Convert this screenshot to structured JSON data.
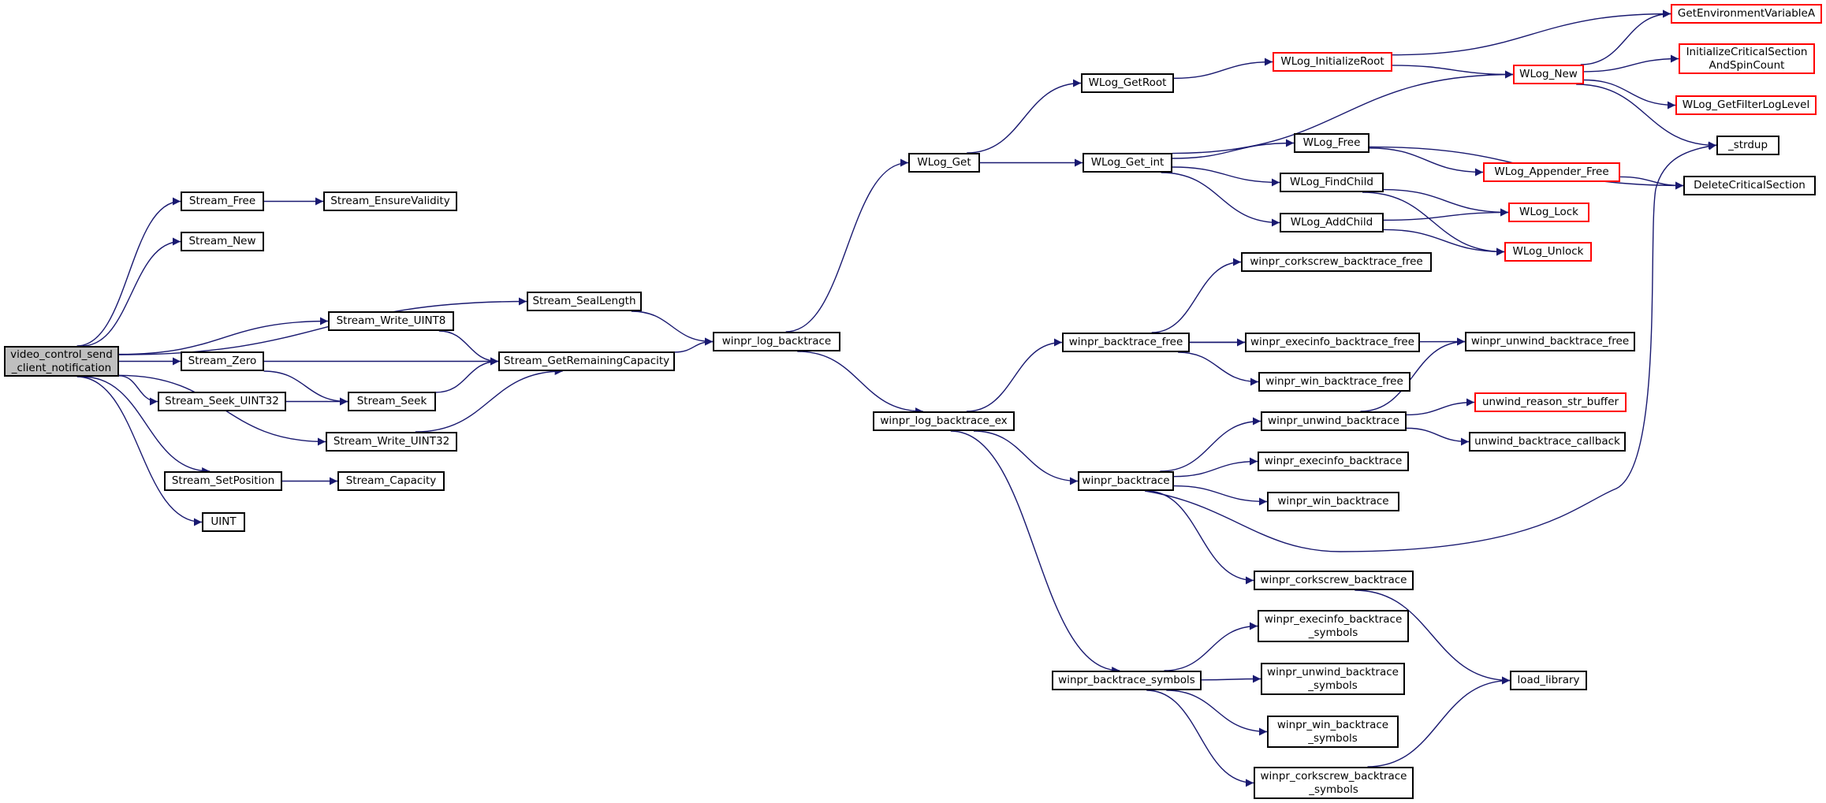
{
  "colors": {
    "edge": "#191970",
    "box": "#000000",
    "external_box": "#ff0000",
    "root_fill": "#bfbfbf"
  },
  "nodes": [
    {
      "id": "root",
      "label": "video_control_send\n_client_notification",
      "root": true
    },
    {
      "id": "sfree",
      "label": "Stream_Free"
    },
    {
      "id": "sensure",
      "label": "Stream_EnsureValidity"
    },
    {
      "id": "snew",
      "label": "Stream_New"
    },
    {
      "id": "sseal",
      "label": "Stream_SealLength"
    },
    {
      "id": "swu8",
      "label": "Stream_Write_UINT8"
    },
    {
      "id": "szero",
      "label": "Stream_Zero"
    },
    {
      "id": "sgrc",
      "label": "Stream_GetRemainingCapacity"
    },
    {
      "id": "sseeku32",
      "label": "Stream_Seek_UINT32"
    },
    {
      "id": "sseek",
      "label": "Stream_Seek"
    },
    {
      "id": "swu32",
      "label": "Stream_Write_UINT32"
    },
    {
      "id": "ssetpos",
      "label": "Stream_SetPosition"
    },
    {
      "id": "scap",
      "label": "Stream_Capacity"
    },
    {
      "id": "uint",
      "label": "UINT"
    },
    {
      "id": "wlb",
      "label": "winpr_log_backtrace"
    },
    {
      "id": "wlbex",
      "label": "winpr_log_backtrace_ex"
    },
    {
      "id": "wlogget",
      "label": "WLog_Get"
    },
    {
      "id": "wloggetroot",
      "label": "WLog_GetRoot"
    },
    {
      "id": "wloggetint",
      "label": "WLog_Get_int"
    },
    {
      "id": "wloginitroot",
      "label": "WLog_InitializeRoot",
      "external": true
    },
    {
      "id": "wlognew",
      "label": "WLog_New",
      "external": true
    },
    {
      "id": "getenv",
      "label": "GetEnvironmentVariableA",
      "external": true
    },
    {
      "id": "initcs",
      "label": "InitializeCriticalSection\nAndSpinCount",
      "external": true
    },
    {
      "id": "wloggfl",
      "label": "WLog_GetFilterLogLevel",
      "external": true
    },
    {
      "id": "strdup",
      "label": "_strdup"
    },
    {
      "id": "wlogfree",
      "label": "WLog_Free"
    },
    {
      "id": "wlogappfree",
      "label": "WLog_Appender_Free",
      "external": true
    },
    {
      "id": "delcs",
      "label": "DeleteCriticalSection"
    },
    {
      "id": "wlogfind",
      "label": "WLog_FindChild"
    },
    {
      "id": "wloglock",
      "label": "WLog_Lock",
      "external": true
    },
    {
      "id": "wlogadd",
      "label": "WLog_AddChild"
    },
    {
      "id": "wlogunlock",
      "label": "WLog_Unlock",
      "external": true
    },
    {
      "id": "wbtfree",
      "label": "winpr_backtrace_free"
    },
    {
      "id": "wcsbtfree",
      "label": "winpr_corkscrew_backtrace_free"
    },
    {
      "id": "wexbtfree",
      "label": "winpr_execinfo_backtrace_free"
    },
    {
      "id": "wwinbtfree",
      "label": "winpr_win_backtrace_free"
    },
    {
      "id": "wunwbtfree",
      "label": "winpr_unwind_backtrace_free"
    },
    {
      "id": "wunwbt",
      "label": "winpr_unwind_backtrace"
    },
    {
      "id": "unwreason",
      "label": "unwind_reason_str_buffer",
      "external": true
    },
    {
      "id": "unwcb",
      "label": "unwind_backtrace_callback"
    },
    {
      "id": "wbt",
      "label": "winpr_backtrace"
    },
    {
      "id": "wexbt",
      "label": "winpr_execinfo_backtrace"
    },
    {
      "id": "wwinbt",
      "label": "winpr_win_backtrace"
    },
    {
      "id": "wcsbt",
      "label": "winpr_corkscrew_backtrace"
    },
    {
      "id": "wbtsym",
      "label": "winpr_backtrace_symbols"
    },
    {
      "id": "wexbtsym",
      "label": "winpr_execinfo_backtrace\n_symbols"
    },
    {
      "id": "wunwbtsym",
      "label": "winpr_unwind_backtrace\n_symbols"
    },
    {
      "id": "wwinbtsym",
      "label": "winpr_win_backtrace\n_symbols"
    },
    {
      "id": "wcsbtsym",
      "label": "winpr_corkscrew_backtrace\n_symbols"
    },
    {
      "id": "loadlib",
      "label": "load_library"
    }
  ],
  "edges": [
    [
      "root",
      "sfree"
    ],
    [
      "root",
      "snew"
    ],
    [
      "root",
      "sseal"
    ],
    [
      "root",
      "swu8"
    ],
    [
      "root",
      "szero"
    ],
    [
      "root",
      "sseeku32"
    ],
    [
      "root",
      "swu32"
    ],
    [
      "root",
      "ssetpos"
    ],
    [
      "root",
      "uint"
    ],
    [
      "sfree",
      "sensure"
    ],
    [
      "sseal",
      "wlb"
    ],
    [
      "swu8",
      "sgrc"
    ],
    [
      "szero",
      "sgrc"
    ],
    [
      "szero",
      "sseek"
    ],
    [
      "sgrc",
      "wlb"
    ],
    [
      "sseeku32",
      "sseek"
    ],
    [
      "sseek",
      "sgrc"
    ],
    [
      "swu32",
      "sgrc"
    ],
    [
      "ssetpos",
      "scap"
    ],
    [
      "wlb",
      "wlogget"
    ],
    [
      "wlb",
      "wlbex"
    ],
    [
      "wlogget",
      "wloggetroot"
    ],
    [
      "wlogget",
      "wloggetint"
    ],
    [
      "wloggetroot",
      "wloginitroot"
    ],
    [
      "wloginitroot",
      "getenv"
    ],
    [
      "wloginitroot",
      "wlognew"
    ],
    [
      "wloggetint",
      "wlognew"
    ],
    [
      "wloggetint",
      "wlogfree"
    ],
    [
      "wloggetint",
      "wlogfind"
    ],
    [
      "wloggetint",
      "wlogadd"
    ],
    [
      "wlognew",
      "getenv"
    ],
    [
      "wlognew",
      "initcs"
    ],
    [
      "wlognew",
      "wloggfl"
    ],
    [
      "wlognew",
      "strdup"
    ],
    [
      "wlogfree",
      "wlogappfree"
    ],
    [
      "wlogfree",
      "delcs"
    ],
    [
      "wlogappfree",
      "delcs"
    ],
    [
      "wlogfind",
      "wloglock"
    ],
    [
      "wlogfind",
      "wlogunlock"
    ],
    [
      "wlogadd",
      "wloglock"
    ],
    [
      "wlogadd",
      "wlogunlock"
    ],
    [
      "wlbex",
      "wbtfree"
    ],
    [
      "wlbex",
      "wbt"
    ],
    [
      "wlbex",
      "wbtsym"
    ],
    [
      "wbtfree",
      "wcsbtfree"
    ],
    [
      "wbtfree",
      "wexbtfree"
    ],
    [
      "wbtfree",
      "wwinbtfree"
    ],
    [
      "wbtfree",
      "wunwbtfree"
    ],
    [
      "wunwbt",
      "wunwbtfree"
    ],
    [
      "wunwbt",
      "unwreason"
    ],
    [
      "wunwbt",
      "unwcb"
    ],
    [
      "wbt",
      "wunwbt"
    ],
    [
      "wbt",
      "wexbt"
    ],
    [
      "wbt",
      "wwinbt"
    ],
    [
      "wbt",
      "wcsbt"
    ],
    [
      "wbt",
      "strdup"
    ],
    [
      "wcsbt",
      "loadlib"
    ],
    [
      "wbtsym",
      "wexbtsym"
    ],
    [
      "wbtsym",
      "wunwbtsym"
    ],
    [
      "wbtsym",
      "wwinbtsym"
    ],
    [
      "wbtsym",
      "wcsbtsym"
    ],
    [
      "wcsbtsym",
      "loadlib"
    ]
  ]
}
